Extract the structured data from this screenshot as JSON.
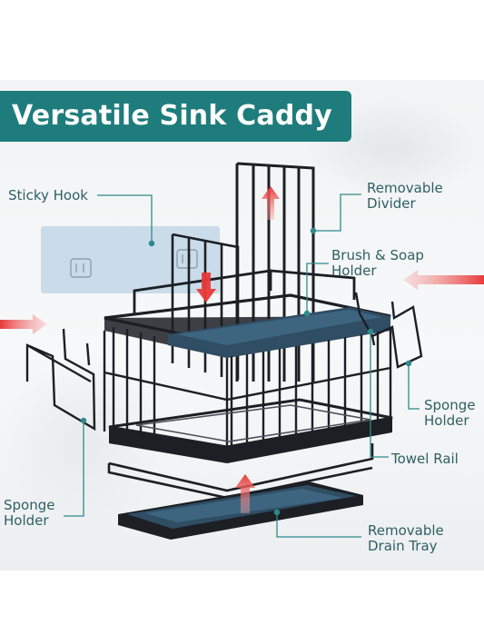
{
  "title": "Versatile Sink Caddy",
  "labels": {
    "sticky_hook": "Sticky Hook",
    "removable_divider": [
      "Removable",
      "Divider"
    ],
    "brush_soap_holder": [
      "Brush & Soap",
      "Holder"
    ],
    "sponge_holder_right": [
      "Sponge",
      "Holder"
    ],
    "towel_rail": "Towel Rail",
    "sponge_holder_left": [
      "Sponge",
      "Holder"
    ],
    "removable_drain_tray": [
      "Removable",
      "Drain Tray"
    ]
  },
  "colors": {
    "banner": "#1f7c7c",
    "label_text": "#2f5f63",
    "callout_line": "#2e8a8a",
    "frame": "#1c1f24",
    "tray": "#2f4d63",
    "arrow": "#e83a3a",
    "sticky_pad": "#c5d8e8"
  }
}
